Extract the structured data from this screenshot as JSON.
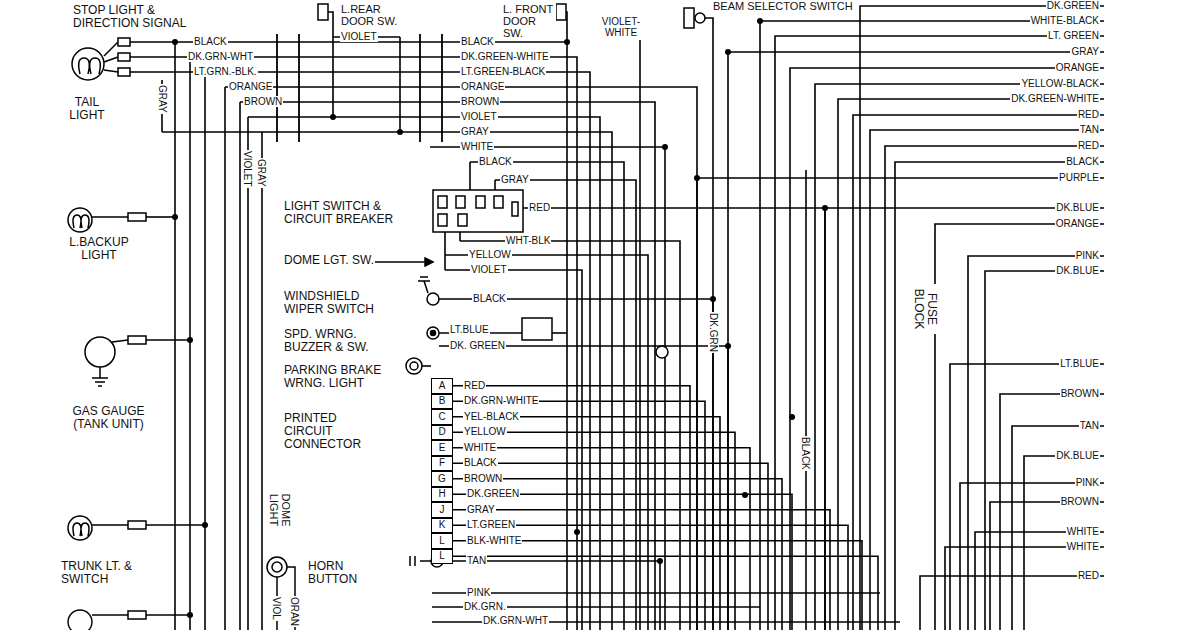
{
  "diagram": {
    "nodes": [
      {
        "text": [
          "A"
        ]
      },
      {
        "text": [
          "B"
        ]
      },
      {
        "text": [
          "C"
        ]
      },
      {
        "text": [
          "D"
        ]
      },
      {
        "text": [
          "E"
        ]
      },
      {
        "text": [
          "F"
        ]
      },
      {
        "text": [
          "G"
        ]
      },
      {
        "text": [
          "H"
        ]
      },
      {
        "text": [
          "J"
        ]
      },
      {
        "text": [
          "K"
        ]
      },
      {
        "text": [
          "L"
        ]
      },
      {
        "text": [
          "L"
        ]
      }
    ],
    "labels": [
      "STOP LIGHT & DIRECTION SIGNAL",
      "TAIL LIGHT",
      "L.BACKUP LIGHT",
      "GAS GAUGE (TANK UNIT)",
      "TRUNK LT. & SWITCH",
      "L.REAR DOOR SW.",
      "L. FRONT DOOR SW.",
      "VIOLET-WHITE",
      "BEAM SELECTOR SWITCH",
      "LIGHT SWITCH & CIRCUIT BREAKER",
      "DOME LGT. SW.",
      "WINDSHIELD WIPER SWITCH",
      "SPD. WRNG. BUZZER & SW.",
      "PARKING BRAKE WRNG. LIGHT",
      "PRINTED CIRCUIT CONNECTOR",
      "DOME LIGHT",
      "HORN BUTTON",
      "FUSE BLOCK",
      "BLACK",
      "DK.GRN-WHT",
      "LT.GRN.-BLK.",
      "ORANGE",
      "BROWN",
      "VIOLET",
      "GRAY",
      "VIOLET",
      "GRAY",
      "BLACK",
      "DK.GREEN-WHITE",
      "LT.GREEN-BLACK",
      "ORANGE",
      "BROWN",
      "VIOLET",
      "GRAY",
      "WHITE",
      "BLACK",
      "GRAY",
      "RED",
      "WHT-BLK",
      "YELLOW",
      "VIOLET",
      "BLACK",
      "LT.BLUE",
      "DK. GREEN",
      "DK.GRN",
      "RED",
      "DK.GRN-WHITE",
      "YEL-BLACK",
      "YELLOW",
      "WHITE",
      "BLACK",
      "BROWN",
      "DK.GREEN",
      "GRAY",
      "LT.GREEN",
      "BLK-WHITE",
      "TAN",
      "PINK",
      "DK.GRN.",
      "DK.GRN-WHT",
      "BLACK",
      "ORAN",
      "VIOL",
      "DK.GREEN",
      "WHITE-BLACK",
      "LT. GREEN",
      "GRAY",
      "ORANGE",
      "YELLOW-BLACK",
      "DK.GREEN-WHITE",
      "RED",
      "TAN",
      "RED",
      "BLACK",
      "PURPLE",
      "DK.BLUE",
      "ORANGE",
      "PINK",
      "DK.BLUE",
      "LT.BLUE",
      "BROWN",
      "TAN",
      "DK.BLUE",
      "PINK",
      "BROWN",
      "WHITE",
      "WHITE",
      "RED"
    ]
  }
}
